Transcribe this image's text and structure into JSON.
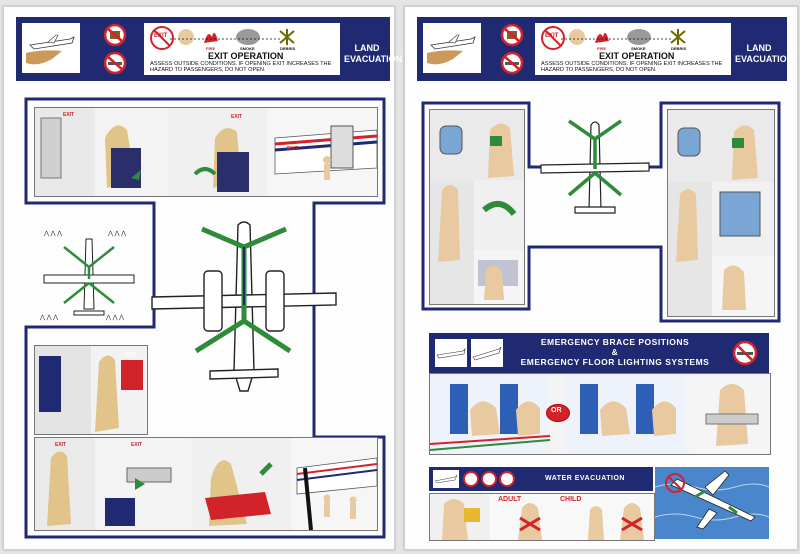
{
  "left_page": {
    "header": {
      "title": "LAND\nEVACUATION",
      "exit_operation": {
        "exit_word": "EXIT",
        "title": "EXIT OPERATION",
        "description": "ASSESS OUTSIDE CONDITIONS. IF OPENING EXIT INCREASES THE HAZARD TO PASSENGERS, DO NOT OPEN.",
        "hazards": [
          "FIRE",
          "SMOKE",
          "DEBRIS"
        ]
      }
    },
    "exit_sign_label": "EXIT"
  },
  "right_page": {
    "header": {
      "title": "LAND\nEVACUATION",
      "exit_operation": {
        "exit_word": "EXIT",
        "title": "EXIT OPERATION",
        "description": "ASSESS OUTSIDE CONDITIONS. IF OPENING EXIT INCREASES THE HAZARD TO PASSENGERS, DO NOT OPEN.",
        "hazards": [
          "FIRE",
          "SMOKE",
          "DEBRIS"
        ]
      }
    },
    "brace": {
      "title_line1": "EMERGENCY BRACE POSITIONS",
      "title_line2": "&",
      "title_line3": "EMERGENCY FLOOR LIGHTING SYSTEMS",
      "or_label": "OR"
    },
    "water": {
      "title": "WATER EVACUATION",
      "adult_label": "ADULT",
      "child_label": "CHILD"
    }
  },
  "colors": {
    "navy": "#1f2a72",
    "red": "#d2222a",
    "green": "#2e8b3a",
    "skin": "#e8c9a0"
  }
}
